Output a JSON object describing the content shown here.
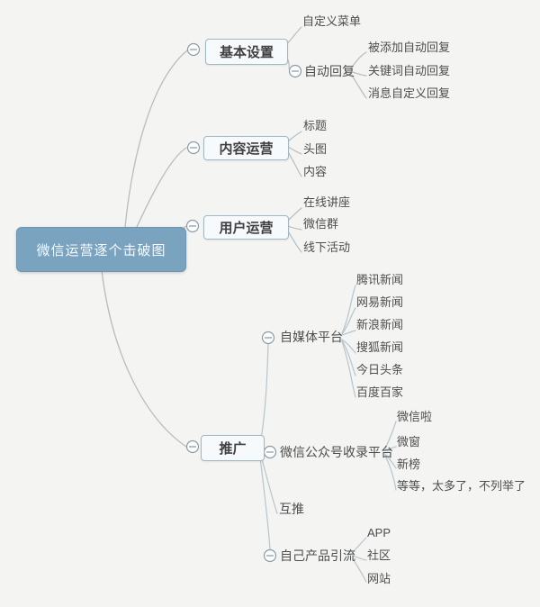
{
  "root": {
    "label": "微信运营逐个击破图"
  },
  "branches": [
    {
      "label": "基本设置",
      "children": [
        {
          "label": "自定义菜单"
        },
        {
          "label": "自动回复",
          "children": [
            {
              "label": "被添加自动回复"
            },
            {
              "label": "关键词自动回复"
            },
            {
              "label": "消息自定义回复"
            }
          ]
        }
      ]
    },
    {
      "label": "内容运营",
      "children": [
        {
          "label": "标题"
        },
        {
          "label": "头图"
        },
        {
          "label": "内容"
        }
      ]
    },
    {
      "label": "用户运营",
      "children": [
        {
          "label": "在线讲座"
        },
        {
          "label": "微信群"
        },
        {
          "label": "线下活动"
        }
      ]
    },
    {
      "label": "推广",
      "children": [
        {
          "label": "自媒体平台",
          "children": [
            {
              "label": "腾讯新闻"
            },
            {
              "label": "网易新闻"
            },
            {
              "label": "新浪新闻"
            },
            {
              "label": "搜狐新闻"
            },
            {
              "label": "今日头条"
            },
            {
              "label": "百度百家"
            }
          ]
        },
        {
          "label": "微信公众号收录平台",
          "children": [
            {
              "label": "微信啦"
            },
            {
              "label": "微窗"
            },
            {
              "label": "新榜"
            },
            {
              "label": "等等，太多了，不列举了"
            }
          ]
        },
        {
          "label": "互推"
        },
        {
          "label": "自己产品引流",
          "children": [
            {
              "label": "APP"
            },
            {
              "label": "社区"
            },
            {
              "label": "网站"
            }
          ]
        }
      ]
    }
  ],
  "icons": {
    "collapse": "minus-circle"
  },
  "colors": {
    "background": "#f4f4f2",
    "root_fill": "#7aa3c0",
    "node_fill": "#f7fafc",
    "node_border": "#a3b7c3",
    "line_gray": "#b8bdbf",
    "line_blue": "#b5c5ce",
    "text": "#4e4e4e"
  }
}
